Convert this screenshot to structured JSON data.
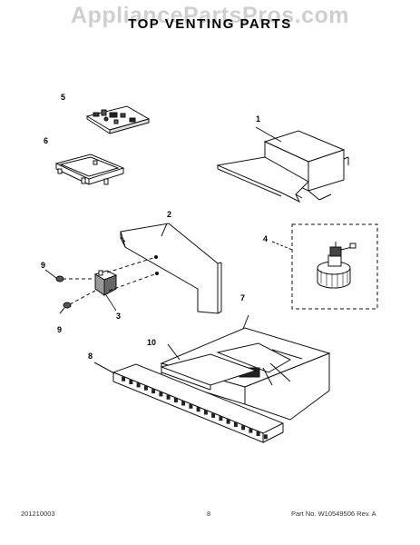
{
  "watermark": "AppliancePartsPros.com",
  "title": "TOP VENTING PARTS",
  "callouts": {
    "c1": "1",
    "c2": "2",
    "c3": "3",
    "c4": "4",
    "c5": "5",
    "c6": "6",
    "c7": "7",
    "c8": "8",
    "c9a": "9",
    "c9b": "9",
    "c10": "10"
  },
  "footer": {
    "doc_number": "201210003",
    "page": "8",
    "part_number": "Part No. W10549506 Rev. A"
  }
}
